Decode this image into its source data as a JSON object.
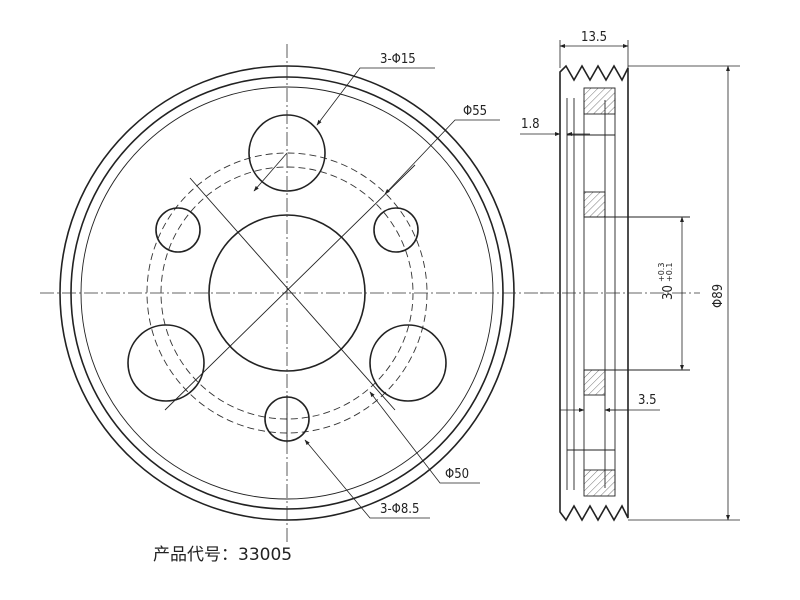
{
  "front_view": {
    "labels": {
      "holes_large": "3-Φ15",
      "bolt_circle_outer": "Φ55",
      "bolt_circle_inner": "Φ50",
      "holes_small": "3-Φ8.5"
    }
  },
  "side_view": {
    "labels": {
      "width": "13.5",
      "rim_thickness": "1.8",
      "hub_bore": "30",
      "hub_bore_tol_upper": "+0.3",
      "hub_bore_tol_lower": "+0.1",
      "diameter": "Φ89",
      "hub_offset": "3.5"
    }
  },
  "caption": {
    "product_label": "产品代号：",
    "product_code": "33005"
  },
  "colors": {
    "line": "#222222",
    "hatch": "#555555",
    "background": "#ffffff"
  }
}
